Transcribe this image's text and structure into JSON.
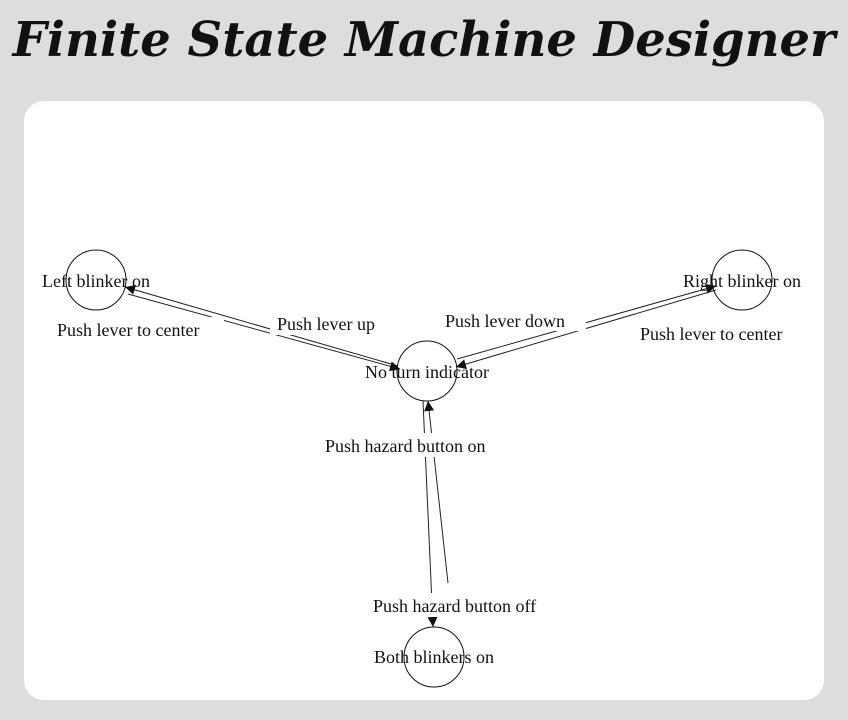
{
  "header": {
    "title": "Finite State Machine Designer"
  },
  "states": [
    {
      "id": "left",
      "label": "Left blinker on"
    },
    {
      "id": "right",
      "label": "Right blinker on"
    },
    {
      "id": "center",
      "label": "No turn indicator"
    },
    {
      "id": "both",
      "label": "Both blinkers on"
    }
  ],
  "transitions": [
    {
      "from": "center",
      "to": "left",
      "label": "Push lever up"
    },
    {
      "from": "left",
      "to": "center",
      "label": "Push lever to center"
    },
    {
      "from": "center",
      "to": "right",
      "label": "Push lever down"
    },
    {
      "from": "right",
      "to": "center",
      "label": "Push lever to center"
    },
    {
      "from": "center",
      "to": "both",
      "label": "Push hazard button on"
    },
    {
      "from": "both",
      "to": "center",
      "label": "Push hazard button off"
    }
  ],
  "colors": {
    "page_background": "#dddddd",
    "canvas_background": "#ffffff",
    "stroke": "#111111"
  }
}
